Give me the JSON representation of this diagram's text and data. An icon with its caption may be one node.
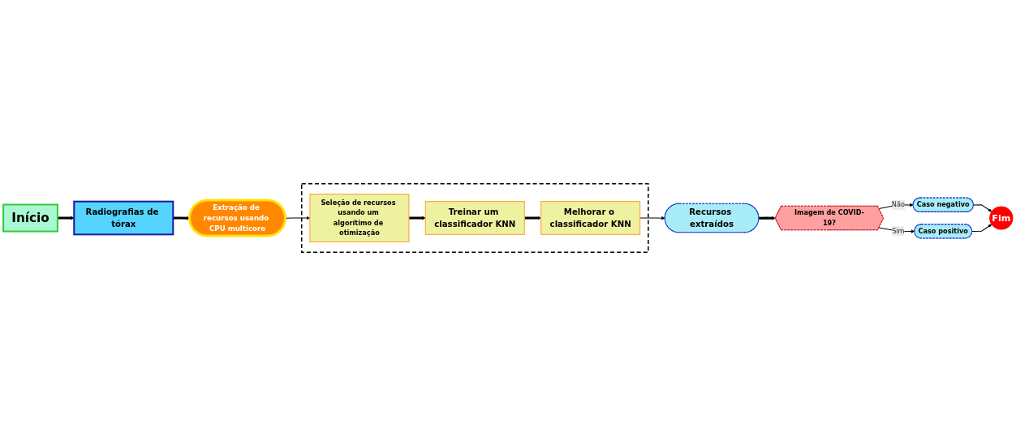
{
  "diagram": {
    "nodes": [
      {
        "text": [
          "Início"
        ]
      },
      {
        "text": [
          "Radiografias de tórax"
        ]
      },
      {
        "text": [
          "Extração de recursos usando CPU multicore"
        ]
      },
      {
        "text": [],
        "shape": "box"
      },
      {
        "text": [
          "Seleção de recursos usando um algorítimo de otimização"
        ],
        "in": 3
      },
      {
        "text": [
          "Treinar um classificador KNN"
        ],
        "in": 3
      },
      {
        "text": [
          "Melhorar o classificador KNN"
        ],
        "in": 3
      },
      {
        "text": [
          "Recursos extraídos"
        ]
      },
      {
        "text": [
          "Imagem de COVID-19?"
        ]
      },
      {
        "text": [
          "Caso negativo"
        ]
      },
      {
        "text": [
          "Caso positivo"
        ]
      },
      {
        "text": [
          "Fim"
        ]
      }
    ],
    "edges": [
      {
        "from": 0,
        "to": 1,
        "arrow": "to",
        "style": "thick"
      },
      {
        "from": 1,
        "to": 2,
        "arrow": "to",
        "style": "thick"
      },
      {
        "from": 2,
        "to": 4,
        "arrow": "to"
      },
      {
        "from": 4,
        "to": 5,
        "arrow": "to",
        "style": "thick"
      },
      {
        "from": 5,
        "to": 6,
        "arrow": "to",
        "style": "thick"
      },
      {
        "from": 6,
        "to": 7,
        "arrow": "to"
      },
      {
        "from": 7,
        "to": 8,
        "arrow": "to",
        "style": "thick"
      },
      {
        "from": 8,
        "to": 9,
        "arrow": "to",
        "label": "Não"
      },
      {
        "from": 8,
        "to": 10,
        "arrow": "to",
        "label": "Sim"
      },
      {
        "from": 9,
        "to": 11,
        "arrow": "to"
      },
      {
        "from": 10,
        "to": 11,
        "arrow": "to"
      }
    ]
  }
}
